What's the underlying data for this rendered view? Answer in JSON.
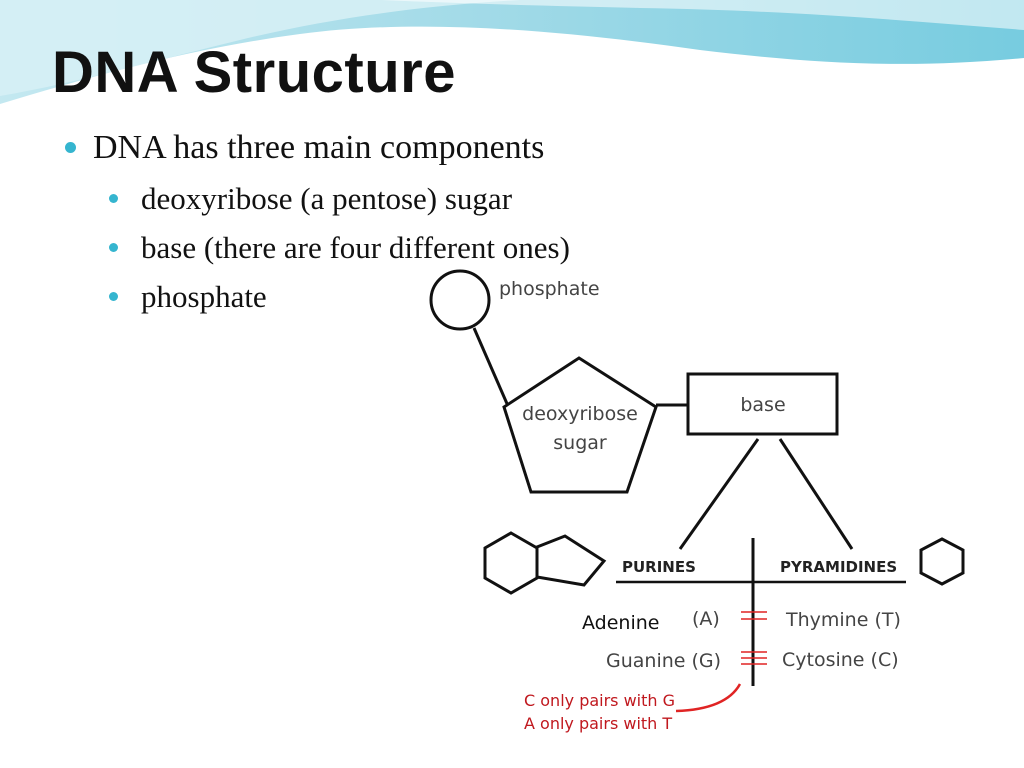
{
  "slide": {
    "title": "DNA Structure",
    "bullets": [
      {
        "level": 1,
        "text": "DNA has three main components"
      },
      {
        "level": 2,
        "text": "deoxyribose (a pentose) sugar"
      },
      {
        "level": 2,
        "text": "base (there are four different ones)"
      },
      {
        "level": 2,
        "text": "phosphate"
      }
    ]
  },
  "diagram": {
    "phosphate_label": "phosphate",
    "sugar_label_line1": "deoxyribose",
    "sugar_label_line2": "sugar",
    "base_label": "base",
    "purines_label": "PURINES",
    "pyramidines_label": "PYRAMIDINES",
    "adenine": "Adenine",
    "adenine_abbrev": "(A)",
    "thymine": "Thymine (T)",
    "guanine": "Guanine (G)",
    "cytosine": "Cytosine (C)",
    "note_line1": "C only pairs with G",
    "note_line2": "A only pairs with T"
  },
  "colors": {
    "accent": "#35b5cf",
    "pairing": "#e02424",
    "ink": "#111111"
  }
}
